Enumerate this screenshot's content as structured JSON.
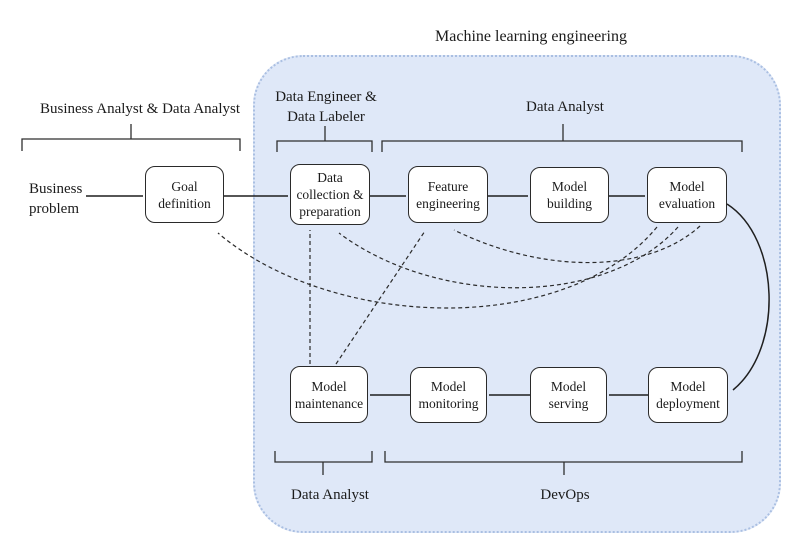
{
  "title": "Machine learning engineering",
  "external": {
    "business_problem": "Business problem"
  },
  "roles": {
    "business_analyst": "Business Analyst & Data Analyst",
    "data_engineer": "Data Engineer & Data Labeler",
    "data_analyst_top": "Data Analyst",
    "data_analyst_bottom": "Data Analyst",
    "devops": "DevOps"
  },
  "nodes": {
    "goal": "Goal definition",
    "collection": "Data collection & preparation",
    "feature": "Feature engineering",
    "building": "Model building",
    "evaluation": "Model evaluation",
    "maintenance": "Model maintenance",
    "monitoring": "Model monitoring",
    "serving": "Model serving",
    "deployment": "Model deployment"
  },
  "edges": {
    "solid": [
      "Business problem -> Goal definition",
      "Goal definition -> Data collection & preparation",
      "Data collection & preparation -> Feature engineering",
      "Feature engineering -> Model building",
      "Model building -> Model evaluation",
      "Model evaluation -> Model deployment (curved)",
      "Model deployment -> Model serving",
      "Model serving -> Model monitoring",
      "Model monitoring -> Model maintenance"
    ],
    "dashed_feedback": [
      "Model maintenance -> Data collection & preparation",
      "Model maintenance -> Feature engineering",
      "Model evaluation -> Feature engineering",
      "Model evaluation -> Data collection & preparation",
      "Model evaluation -> Goal definition"
    ]
  },
  "colors": {
    "region_fill": "#dfe8f8",
    "region_border": "#aabfe2",
    "line": "#1f1f1f",
    "box_fill": "#ffffff",
    "box_border": "#2a2a2a",
    "text": "#1b1b1b"
  }
}
